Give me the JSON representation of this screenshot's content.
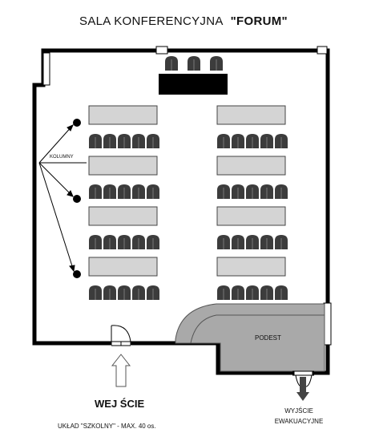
{
  "title": {
    "main": "SALA KONFERENCYJNA",
    "name": "\"FORUM\""
  },
  "labels": {
    "columns": "KOLUMNY",
    "podium": "PODEST",
    "entrance": "WEJ ŚCIE",
    "evacuation_line1": "WYJŚCIE",
    "evacuation_line2": "EWAKUACYJNE",
    "layout_note": "UKŁAD \"SZKOLNY\" - MAX. 40 os."
  },
  "room": {
    "tables_per_side": 4,
    "chairs_per_table": 5,
    "presenter_chairs": 3
  },
  "colors": {
    "wall": "#000000",
    "table": "#d4d4d4",
    "chair": "#3c3c3c",
    "podium": "#a9a9a9"
  }
}
